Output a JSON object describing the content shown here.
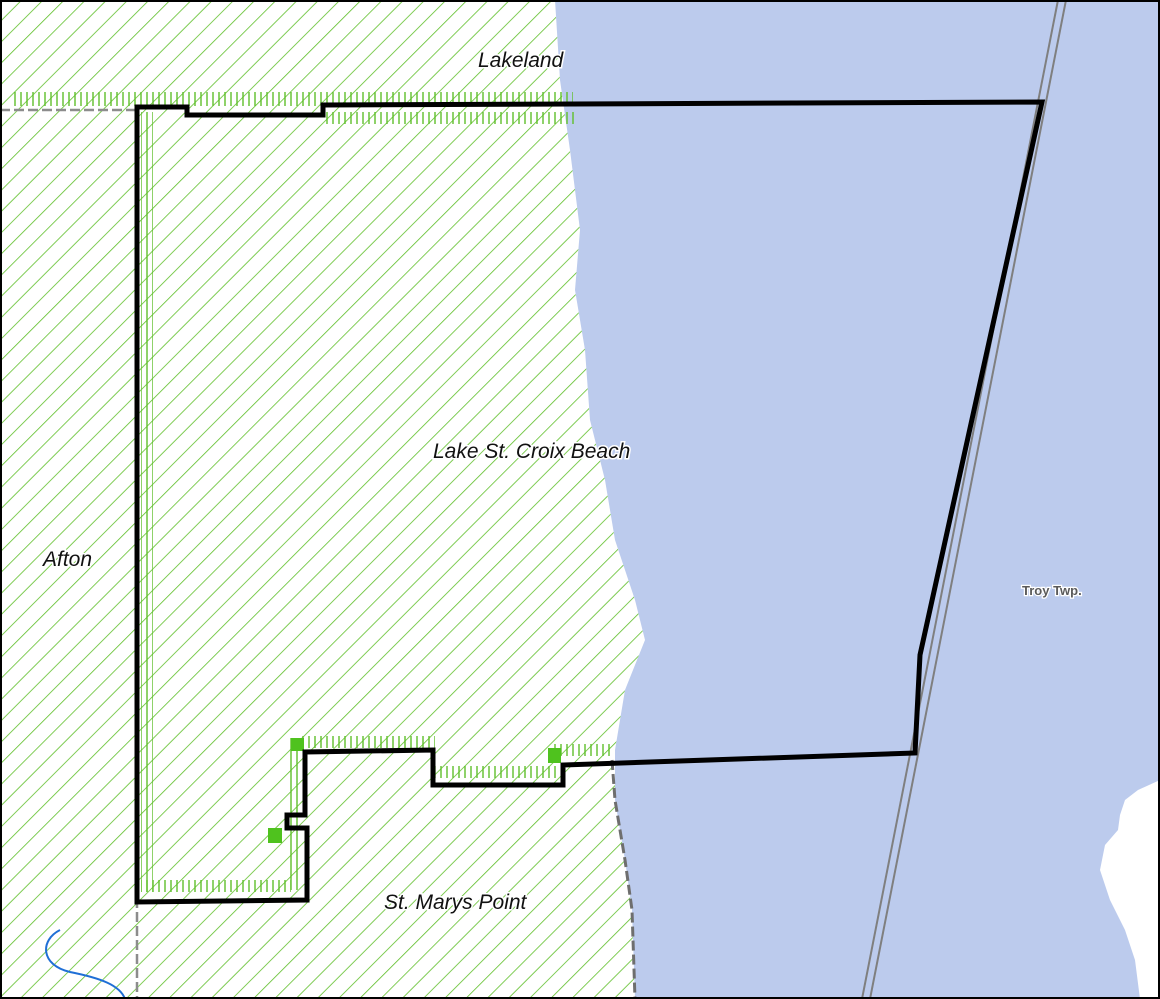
{
  "map": {
    "labels": {
      "lakeland": "Lakeland",
      "lake_st_croix_beach": "Lake St. Croix Beach",
      "afton": "Afton",
      "st_marys_point": "St. Marys Point",
      "troy_twp": "Troy Twp."
    },
    "colors": {
      "water": "#bccbed",
      "hatch_green": "#5fbf2a",
      "city_boundary": "#000000",
      "municipal_border": "#8c8c8c",
      "stream": "#1f6fd6",
      "background": "#ffffff"
    }
  }
}
